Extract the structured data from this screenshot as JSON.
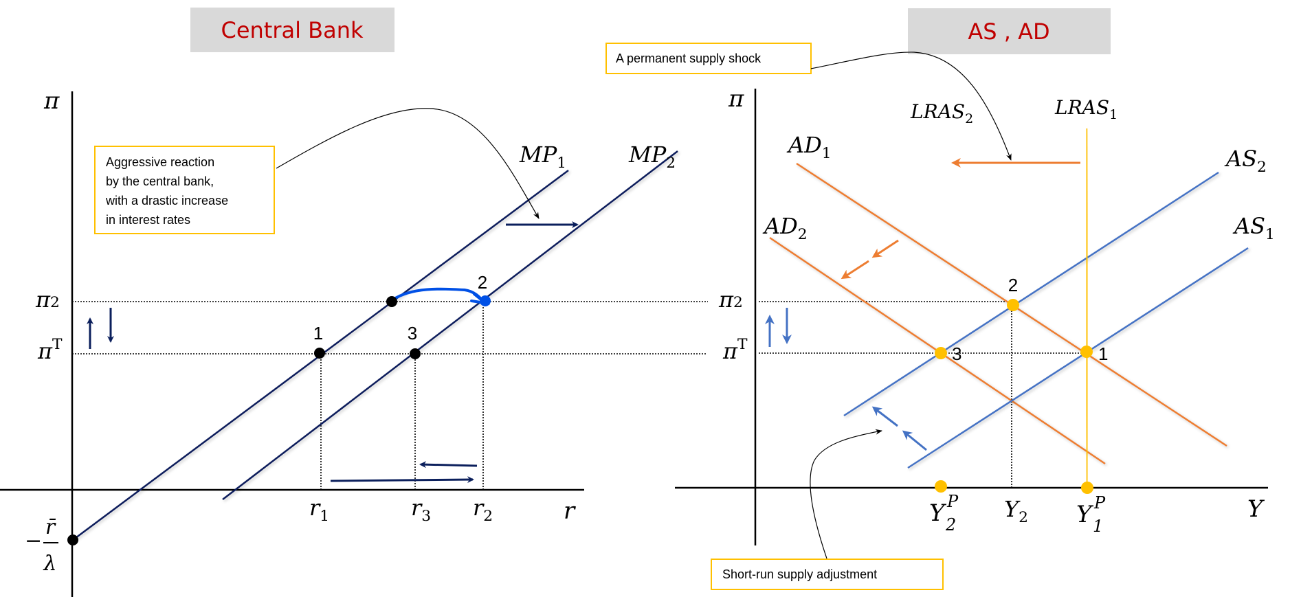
{
  "colors": {
    "navy": "#0b1f5c",
    "orange": "#ed7d31",
    "blue": "#4472c4",
    "gold": "#ffc000",
    "title_red": "#c00000",
    "title_bg": "#d9d9d9",
    "handdrawn_blue": "#0050e6"
  },
  "left": {
    "title": "Central Bank",
    "annotation": [
      "Aggressive reaction",
      "by the central bank,",
      "with a drastic increase",
      "in interest rates"
    ],
    "y_axis": "π",
    "x_axis": "r",
    "pi2": {
      "base": "π",
      "sub": "2"
    },
    "piT": {
      "base": "π",
      "sup": "T"
    },
    "intercept": {
      "num": "r̄",
      "den": "λ",
      "sign": "−"
    },
    "mp1": {
      "base": "MP",
      "sub": "1"
    },
    "mp2": {
      "base": "MP",
      "sub": "2"
    },
    "r1": {
      "base": "r",
      "sub": "1"
    },
    "r3": {
      "base": "r",
      "sub": "3"
    },
    "r2": {
      "base": "r",
      "sub": "2"
    },
    "points": [
      "1",
      "2",
      "3"
    ]
  },
  "right": {
    "title": "AS , AD",
    "shock_annotation": "A permanent supply shock",
    "adjust_annotation": "Short-run supply adjustment",
    "y_axis": "π",
    "x_axis": "Y",
    "pi2": {
      "base": "π",
      "sub": "2"
    },
    "piT": {
      "base": "π",
      "sup": "T"
    },
    "lras2": {
      "base": "LRAS",
      "sub": "2"
    },
    "lras1": {
      "base": "LRAS",
      "sub": "1"
    },
    "ad1": {
      "base": "AD",
      "sub": "1"
    },
    "ad2": {
      "base": "AD",
      "sub": "2"
    },
    "as2": {
      "base": "AS",
      "sub": "2"
    },
    "as1": {
      "base": "AS",
      "sub": "1"
    },
    "y2p": {
      "base": "Y",
      "sub": "2",
      "sup": "P"
    },
    "y2": {
      "base": "Y",
      "sub": "2"
    },
    "y1p": {
      "base": "Y",
      "sub": "1",
      "sup": "P"
    },
    "points": [
      "2",
      "3",
      "1"
    ]
  }
}
